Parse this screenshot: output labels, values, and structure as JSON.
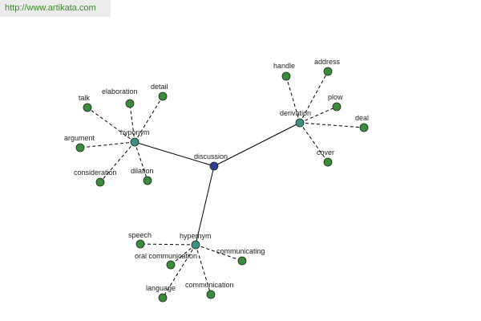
{
  "header": {
    "url": "http://www.artikata.com"
  },
  "colors": {
    "center": "#2f3f93",
    "relation": "#3f8f84",
    "leaf": "#3d8a3d",
    "url": "#3a8a2a"
  },
  "graph": {
    "center": {
      "id": "discussion",
      "label": "discussion"
    },
    "relations": [
      {
        "id": "hyponym",
        "label": "hyponym",
        "leaves": [
          "talk",
          "elaboration",
          "detail",
          "argument",
          "consideration",
          "dilation"
        ]
      },
      {
        "id": "derivation",
        "label": "derivation",
        "leaves": [
          "handle",
          "address",
          "plow",
          "deal",
          "cover"
        ]
      },
      {
        "id": "hypernym",
        "label": "hypernym",
        "leaves": [
          "speech",
          "oral communication",
          "language",
          "communication",
          "communicating"
        ]
      }
    ]
  }
}
